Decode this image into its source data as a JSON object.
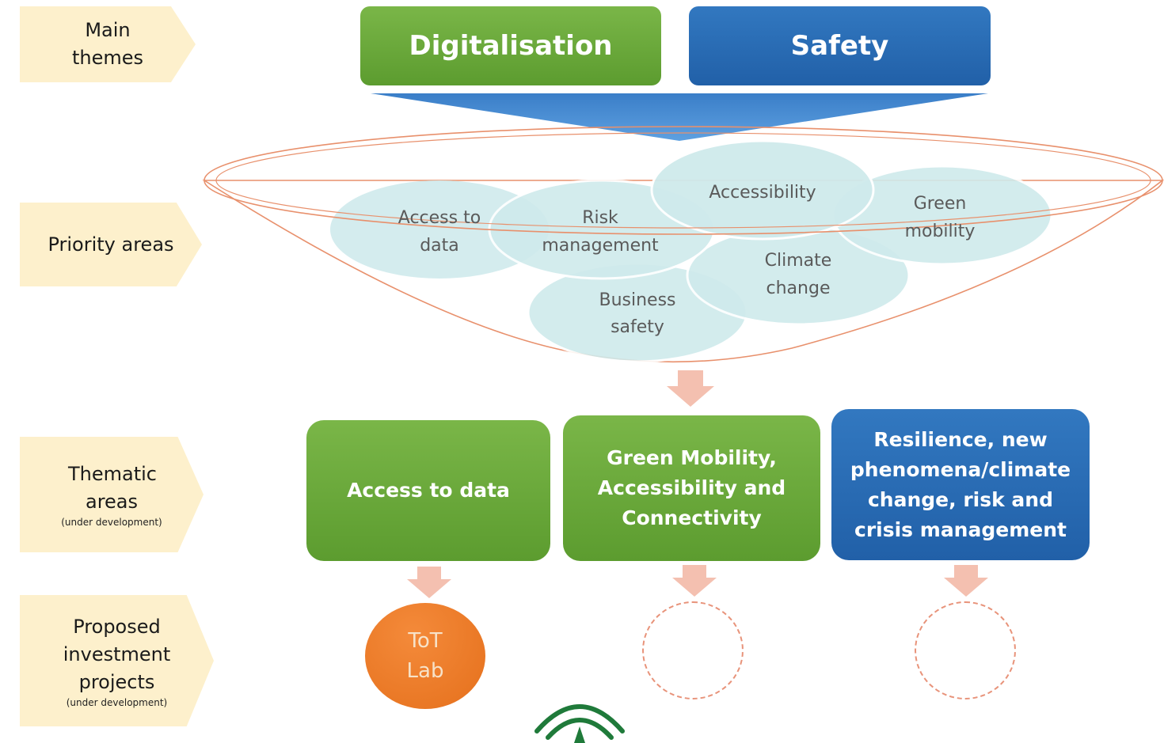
{
  "row_labels": {
    "main_themes": "Main themes",
    "priority_areas": "Priority areas",
    "thematic_areas": "Thematic areas",
    "thematic_sub": "(under development)",
    "projects": "Proposed investment projects",
    "projects_sub": "(under development)"
  },
  "main_themes": [
    "Digitalisation",
    "Safety"
  ],
  "priority_areas": {
    "access_line1": "Access to",
    "access_line2": "data",
    "risk_line1": "Risk",
    "risk_line2": "management",
    "accessibility": "Accessibility",
    "green_line1": "Green",
    "green_line2": "mobility",
    "climate_line1": "Climate",
    "climate_line2": "change",
    "business_line1": "Business",
    "business_line2": "safety"
  },
  "thematic_areas": [
    "Access to data",
    "Green Mobility, Accessibility and Connectivity",
    "Resilience, new phenomena/climate change, risk and crisis management"
  ],
  "projects": {
    "tot_line1": "ToT",
    "tot_line2": "Lab"
  },
  "colors": {
    "green": "#6aab3c",
    "blue": "#2a6cb5",
    "label_bg": "#fdf0cc",
    "priority_bubble": "#cfeaec",
    "arrow": "#f4c0b0",
    "orange": "#ec7a26"
  }
}
